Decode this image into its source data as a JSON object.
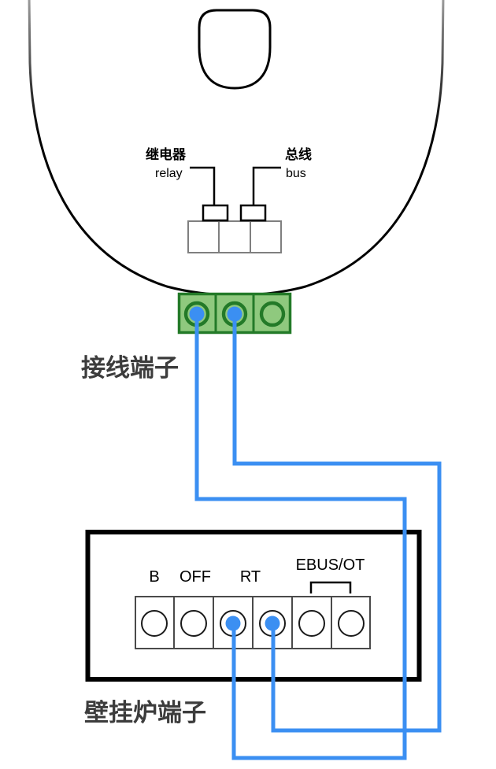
{
  "diagram": {
    "thermostat": {
      "relay_label_zh": "继电器",
      "relay_label_en": "relay",
      "bus_label_zh": "总线",
      "bus_label_en": "bus",
      "terminal_block_label": "接线端子"
    },
    "boiler": {
      "block_label": "壁挂炉端子",
      "terminal_b_label": "B",
      "terminal_off_label": "OFF",
      "terminal_rt_label": "RT",
      "ebus_ot_label": "EBUS/OT"
    },
    "connections": [
      {
        "from": "thermostat-terminal-1",
        "to": "boiler-terminal-3-rt"
      },
      {
        "from": "thermostat-terminal-2",
        "to": "boiler-terminal-4-rt"
      }
    ],
    "colors": {
      "wire_blue": "#3B8FF2",
      "terminal_green_fill": "#8FC97E",
      "terminal_green_border": "#237A28",
      "label_dark_gray": "#3C3C3C"
    }
  }
}
